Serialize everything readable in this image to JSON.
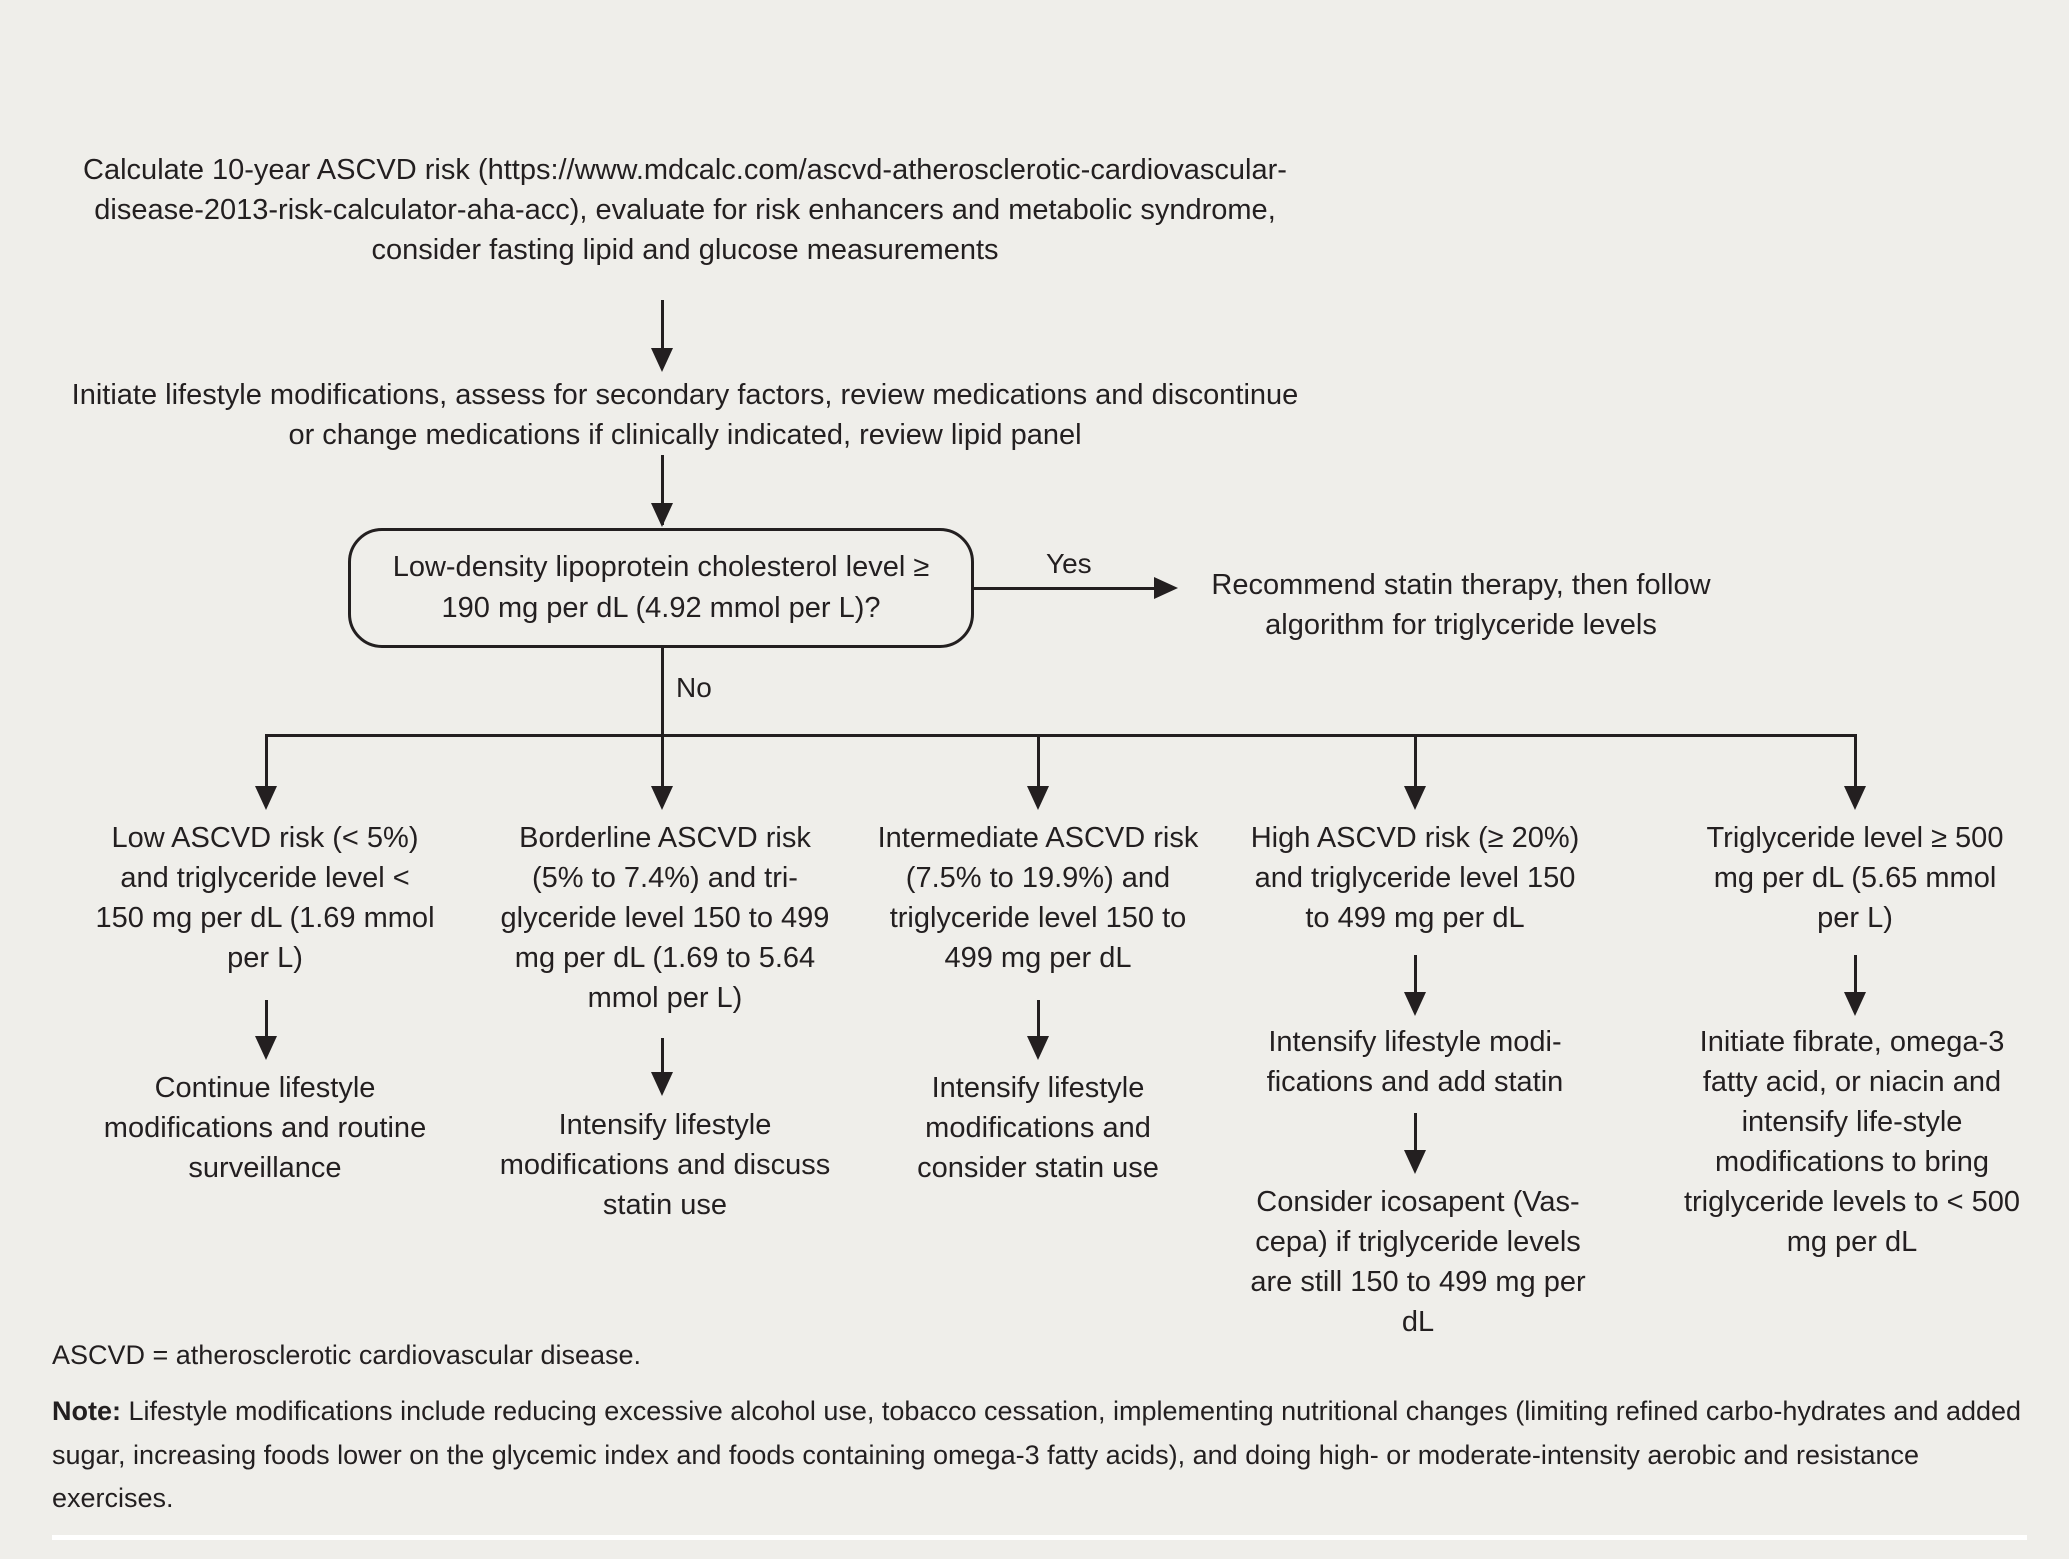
{
  "diagram": {
    "title": "ASCVD risk and triglyceride management algorithm",
    "background_color": "#efeeea",
    "ink_color": "#231f20",
    "rule_color": "#ffffff"
  },
  "steps": {
    "calculate_risk": "Calculate 10-year ASCVD risk (https://www.mdcalc.com/ascvd-atherosclerotic-cardiovascular-disease-2013-risk-calculator-aha-acc), evaluate for risk enhancers and metabolic syndrome, consider fasting lipid and glucose measurements",
    "initiate_lifestyle": "Initiate lifestyle modifications, assess for secondary factors, review medications and discontinue or change medications if clinically indicated, review lipid panel",
    "decision_ldl": "Low-density lipoprotein cholesterol level ≥ 190 mg per dL (4.92 mmol per L)?",
    "decision_yes_label": "Yes",
    "decision_no_label": "No",
    "yes_outcome": "Recommend statin therapy, then follow algorithm for triglyceride levels"
  },
  "branches": [
    {
      "id": "low-ascvd-risk",
      "condition": "Low ASCVD risk (< 5%) and triglyceride level < 150 mg per dL (1.69 mmol per L)",
      "actions": [
        "Continue lifestyle modifications and routine surveillance"
      ]
    },
    {
      "id": "borderline-ascvd-risk",
      "condition": "Borderline ASCVD risk (5% to 7.4%) and tri-glyceride level 150 to 499 mg per dL (1.69 to 5.64 mmol per L)",
      "actions": [
        "Intensify lifestyle modifications and discuss statin use"
      ]
    },
    {
      "id": "intermediate-ascvd-risk",
      "condition": "Intermediate ASCVD risk (7.5% to 19.9%) and triglyceride level 150 to 499 mg per dL",
      "actions": [
        "Intensify lifestyle modifications and consider statin use"
      ]
    },
    {
      "id": "high-ascvd-risk",
      "condition": "High ASCVD risk (≥ 20%) and triglyceride level 150 to 499 mg per dL",
      "actions": [
        "Intensify lifestyle modi-fications and add statin",
        "Consider icosapent (Vas-cepa) if triglyceride levels are still 150 to 499 mg per dL"
      ]
    },
    {
      "id": "very-high-triglycerides",
      "condition": "Triglyceride level ≥ 500 mg per dL (5.65 mmol per L)",
      "actions": [
        "Initiate fibrate, omega-3 fatty acid, or niacin and intensify life-style modifications to bring triglyceride levels to < 500 mg per dL"
      ]
    }
  ],
  "footnotes": {
    "abbreviation": "ASCVD = atherosclerotic cardiovascular disease.",
    "note_label": "Note:",
    "note_body": " Lifestyle modifications include reducing excessive alcohol use, tobacco cessation, implementing nutritional changes (limiting refined carbo-hydrates and added sugar, increasing foods lower on the glycemic index and foods containing omega-3 fatty acids), and doing high- or moderate-intensity aerobic and resistance exercises."
  }
}
